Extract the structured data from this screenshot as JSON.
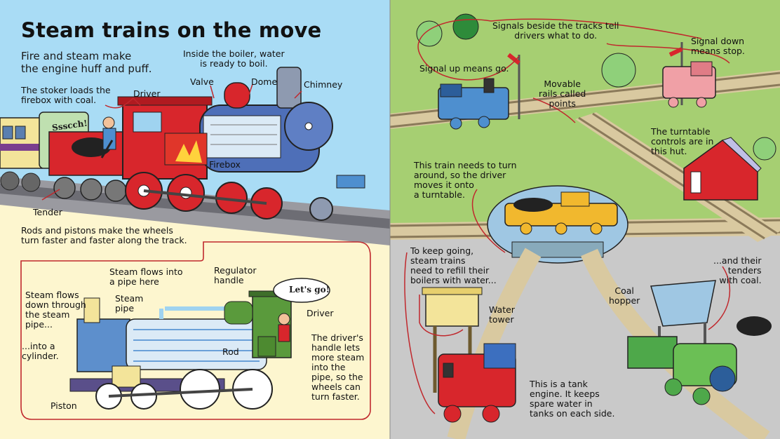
{
  "left_page": {
    "title": "Steam trains on the move",
    "intro": [
      "Fire and steam make",
      "the engine huff and puff."
    ],
    "labels": {
      "stoker": [
        "The stoker loads the",
        "firebox with coal."
      ],
      "driver_top": "Driver",
      "valve": "Valve",
      "boiler": [
        "Inside the boiler, water",
        "is ready to boil."
      ],
      "dome": "Dome",
      "chimney": "Chimney",
      "firebox": "Firebox",
      "tender": "Tender",
      "ssscch": "Ssscch!",
      "rods": [
        "Rods and pistons make the wheels",
        "turn faster and faster along the track."
      ]
    },
    "diagram": {
      "steam_flows_pipe": [
        "Steam flows into",
        "a pipe here"
      ],
      "regulator": [
        "Regulator",
        "handle"
      ],
      "steam_flows_down": [
        "Steam flows",
        "down through",
        "the steam",
        "pipe..."
      ],
      "steam_pipe": [
        "Steam",
        "pipe"
      ],
      "lets_go": "Let's go!",
      "driver": "Driver",
      "into_cylinder": [
        "...into a",
        "cylinder."
      ],
      "rod": "Rod",
      "drivers_handle": [
        "The driver's",
        "handle lets",
        "more steam",
        "into the",
        "pipe, so the",
        "wheels can",
        "turn faster."
      ],
      "piston": "Piston"
    }
  },
  "right_page": {
    "signals_tell": [
      "Signals beside the tracks tell",
      "drivers what to do."
    ],
    "signal_up": "Signal up means go.",
    "signal_down": [
      "Signal down",
      "means stop."
    ],
    "points": [
      "Movable",
      "rails called",
      "points"
    ],
    "turntable_hut": [
      "The turntable",
      "controls are in",
      "this hut."
    ],
    "turn_around": [
      "This train needs to turn",
      "around, so the driver",
      "moves it onto",
      "a turntable."
    ],
    "keep_going": [
      "To keep going,",
      "steam trains",
      "need to refill their",
      "boilers with water..."
    ],
    "tenders_coal": [
      "...and their",
      "tenders",
      "with coal."
    ],
    "coal_hopper": [
      "Coal",
      "hopper"
    ],
    "water_tower": [
      "Water",
      "tower"
    ],
    "tank_engine": [
      "This is a tank",
      "engine. It keeps",
      "spare water in",
      "tanks on each side."
    ]
  },
  "colors": {
    "sky": "#a9dcf5",
    "cream": "#fdf6cf",
    "grass": "#a6cf72",
    "tarmac": "#c9c9c9",
    "red_engine": "#d8262c",
    "blue_boiler": "#4e6fb8",
    "callout_red": "#c0282d"
  }
}
